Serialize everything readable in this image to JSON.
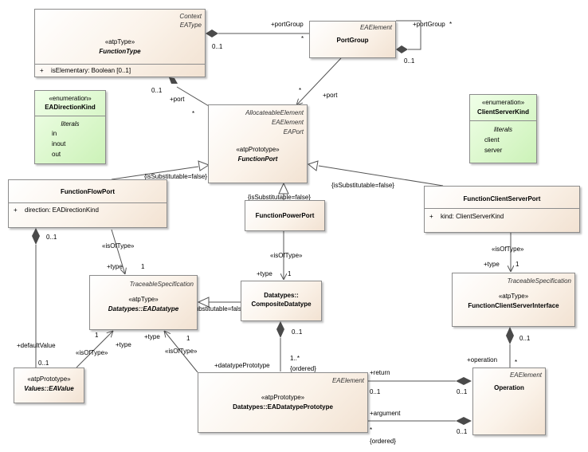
{
  "classes": {
    "function_type": {
      "stereo1": "Context",
      "stereo2": "EAType",
      "atp_stereo": "«atpType»",
      "name": "FunctionType",
      "attr_vis": "+",
      "attr": "isElementary: Boolean [0..1]"
    },
    "port_group": {
      "stereo": "EAElement",
      "name": "PortGroup"
    },
    "ea_direction_kind": {
      "stereo": "«enumeration»",
      "name": "EADirectionKind",
      "literals_label": "literals",
      "literals": [
        "in",
        "inout",
        "out"
      ]
    },
    "allocateable_element": {
      "stereo1": "AllocateableElement",
      "stereo2": "EAElement",
      "stereo3": "EAPort",
      "atp_stereo": "«atpPrototype»",
      "name": "FunctionPort"
    },
    "client_server_kind": {
      "stereo": "«enumeration»",
      "name": "ClientServerKind",
      "literals_label": "literals",
      "literals": [
        "client",
        "server"
      ]
    },
    "function_flow_port": {
      "name": "FunctionFlowPort",
      "attr_vis": "+",
      "attr": "direction: EADirectionKind"
    },
    "function_power_port": {
      "name": "FunctionPowerPort"
    },
    "function_client_server_port": {
      "name": "FunctionClientServerPort",
      "attr_vis": "+",
      "attr": "kind: ClientServerKind"
    },
    "ea_datatype": {
      "stereo": "TraceableSpecification",
      "atp_stereo": "«atpType»",
      "name": "Datatypes::EADatatype"
    },
    "composite_datatype": {
      "name1": "Datatypes::",
      "name2": "CompositeDatatype"
    },
    "client_server_interface": {
      "stereo": "TraceableSpecification",
      "atp_stereo": "«atpType»",
      "name": "FunctionClientServerInterface"
    },
    "ea_value": {
      "atp_stereo": "«atpPrototype»",
      "name": "Values::EAValue"
    },
    "datatype_prototype": {
      "stereo": "EAElement",
      "atp_stereo": "«atpPrototype»",
      "name": "Datatypes::EADatatypePrototype"
    },
    "operation": {
      "stereo": "EAElement",
      "name": "Operation"
    }
  },
  "labels": {
    "pg_role": "+portGroup",
    "pg_mult_star": "*",
    "pg_mult_01": "0..1",
    "pg_self_role": "+portGroup",
    "pg_self_star": "*",
    "pg_self_01": "0..1",
    "port_role_left": "+port",
    "ft_mult_01": "0..1",
    "ft_port_star": "*",
    "pg_port_star": "*",
    "port_role_right": "+port",
    "subst_flow": "{isSubstitutable=false}",
    "subst_power": "{isSubstitutable=false}",
    "subst_cs": "{isSubstitutable=false}",
    "ffp_mult_01": "0..1",
    "ffp_isoftype": "«isOfType»",
    "ffp_type": "+type",
    "ffp_type_mult": "1",
    "fpp_isoftype": "«isOfType»",
    "fpp_type": "+type",
    "fpp_type_mult": "1",
    "fcsp_isoftype": "«isOfType»",
    "fcsp_type": "+type",
    "fcsp_type_mult": "1",
    "cd_subst": "{isSubstitutable=false}",
    "cd_mult_01": "0..1",
    "ev_default_value": "+defaultValue",
    "ev_mult_01": "0..1",
    "ev_isoftype": "«isOfType»",
    "ev_type_mult": "1",
    "ev_type": "+type",
    "dp_type": "+type",
    "dp_type_mult": "1",
    "dp_isoftype": "«isOfType»",
    "dp_role": "+datatypePrototype",
    "dp_mult": "1..*",
    "dp_ordered": "{ordered}",
    "op_role": "+operation",
    "op_mult_star": "*",
    "csi_mult_01": "0..1",
    "ret_role": "+return",
    "ret_mult_left": "0..1",
    "ret_mult_right": "0..1",
    "arg_role": "+argument",
    "arg_mult_star": "*",
    "arg_ordered": "{ordered}",
    "arg_mult_right": "0..1"
  }
}
